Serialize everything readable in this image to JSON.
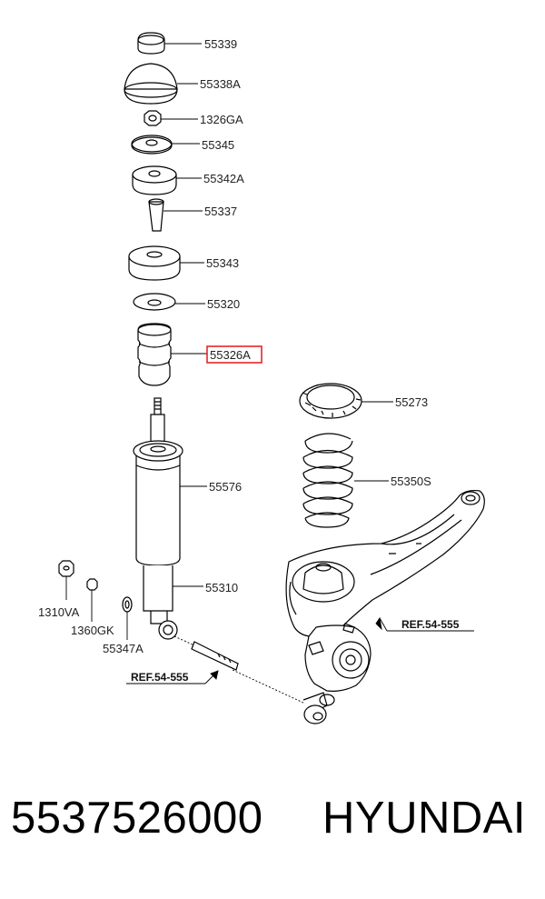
{
  "diagram": {
    "parts": {
      "p55339": "55339",
      "p55338a": "55338A",
      "p1326ga": "1326GA",
      "p55345": "55345",
      "p55342a": "55342A",
      "p55337": "55337",
      "p55343": "55343",
      "p55320": "55320",
      "p55326a": "55326A",
      "p55576": "55576",
      "p55310": "55310",
      "p1310va": "1310VA",
      "p1360gk": "1360GK",
      "p55347a": "55347A",
      "p55273": "55273",
      "p55350s": "55350S"
    },
    "highlighted_part": "55326A",
    "highlight_color": "#e8262a",
    "refs": {
      "right": "REF.54-555",
      "left": "REF.54-555"
    }
  },
  "footer": {
    "part_number": "5537526000",
    "brand": "HYUNDAI"
  }
}
